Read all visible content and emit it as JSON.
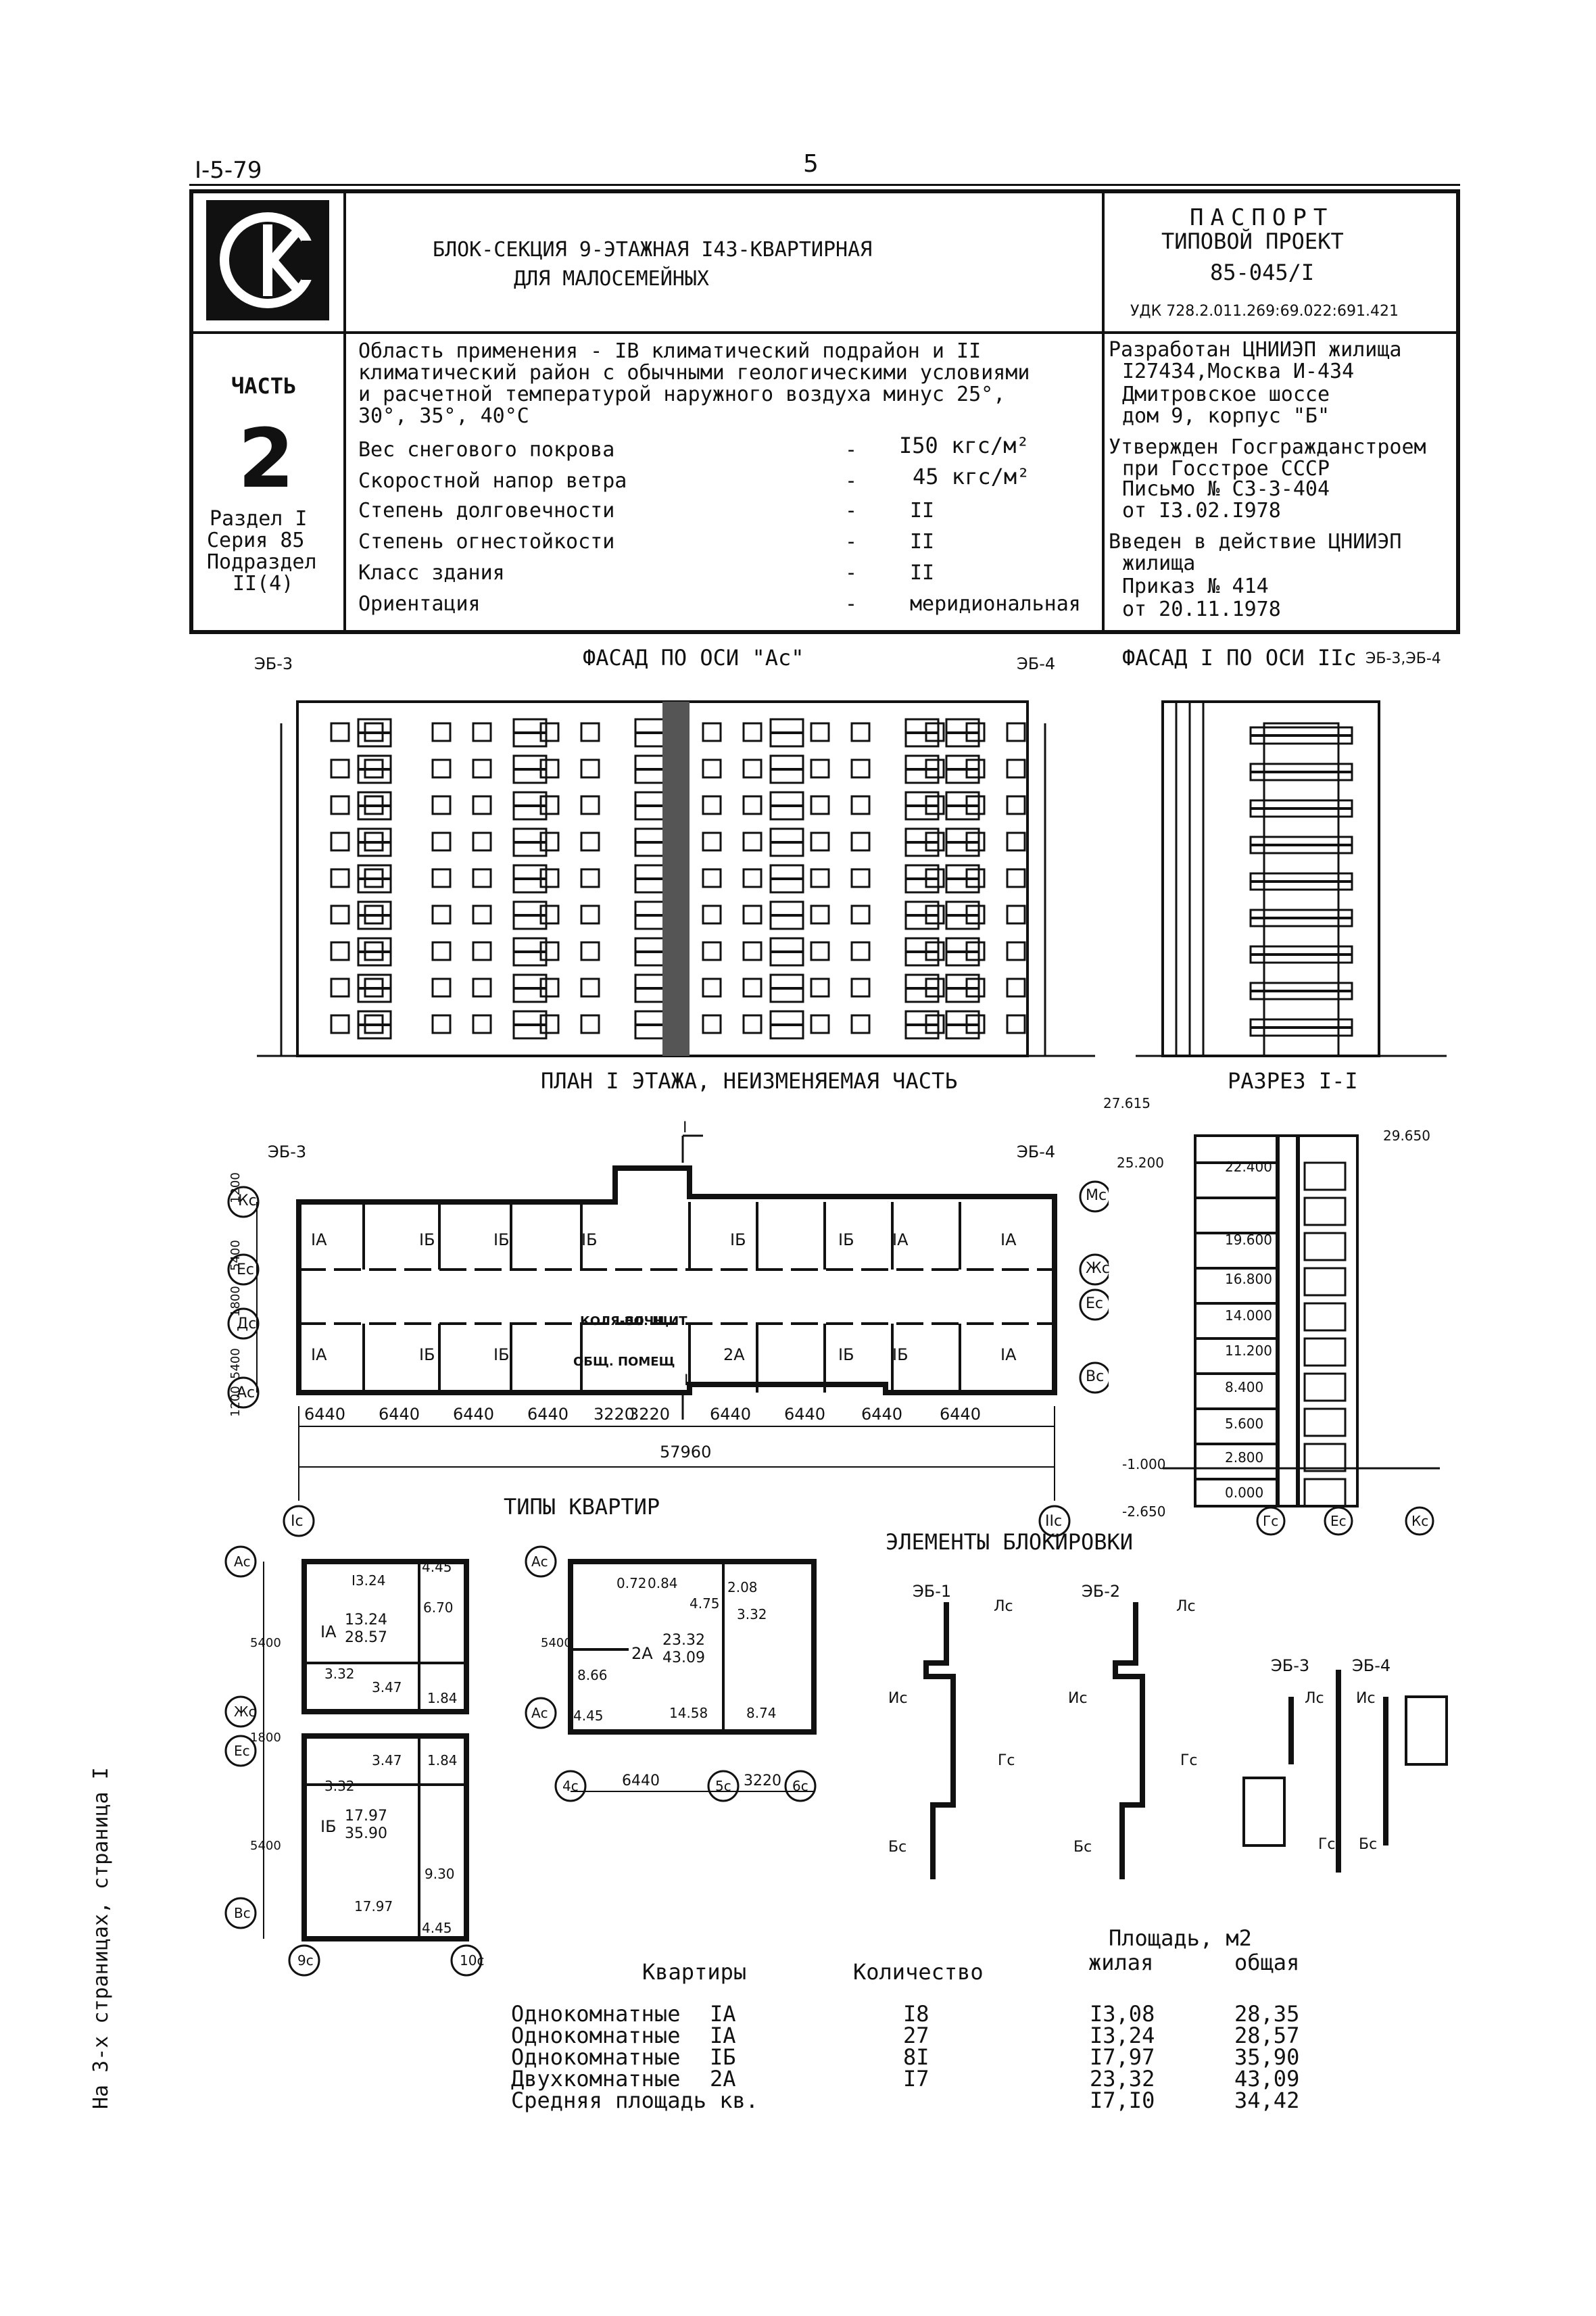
{
  "header": {
    "doc_code": "I-5-79",
    "page_number": "5"
  },
  "title_block": {
    "logo_text": "СК",
    "title_line1": "БЛОК-СЕКЦИЯ 9-ЭТАЖНАЯ I43-КВАРТИРНАЯ",
    "title_line2": "ДЛЯ МАЛОСЕМЕЙНЫХ",
    "passport": "ПАСПОРТ",
    "project_type": "ТИПОВОЙ ПРОЕКТ",
    "project_number": "85-045/I",
    "udk": "УДК 728.2.011.269:69.022:691.421",
    "part_label": "ЧАСТЬ",
    "part_number": "2",
    "section": "Раздел I",
    "series": "Серия 85",
    "subsection": "Подраздел",
    "subsection_number": "II(4)",
    "application_area": [
      "Область применения - IВ климатический подрайон и II",
      "климатический район с обычными геологическими условиями",
      "и расчетной температурой наружного воздуха минус 25°,",
      "30°, 35°, 40°С"
    ],
    "params": [
      {
        "label": "Вес снегового покрова",
        "dash": "-",
        "value": "I50 кгс/м²"
      },
      {
        "label": "Скоростной напор ветра",
        "dash": "-",
        "value": "45 кгс/м²"
      },
      {
        "label": "Степень долговечности",
        "dash": "-",
        "value": "II"
      },
      {
        "label": "Степень огнестойкости",
        "dash": "-",
        "value": "II"
      },
      {
        "label": "Класс здания",
        "dash": "-",
        "value": "II"
      },
      {
        "label": "Ориентация",
        "dash": "-",
        "value": "меридиональная"
      }
    ],
    "developer": [
      "Разработан ЦНИИЭП жилища",
      "I27434,Москва И-434",
      "Дмитровское шоссе",
      "дом 9, корпус \"Б\""
    ],
    "approved": [
      "Утвержден Госгражданстроем",
      "при Госстрое СССР",
      "Письмо № СЗ-3-404",
      "от I3.02.I978"
    ],
    "effective": [
      "Введен в действие ЦНИИЭП",
      "жилища",
      "Приказ № 414",
      "от 20.11.1978"
    ]
  },
  "drawings": {
    "facade_title": "ФАСАД ПО ОСИ \"Ас\"",
    "facade_left_tag": "ЭБ-3",
    "facade_right_tag": "ЭБ-4",
    "facade2_title": "ФАСАД I ПО ОСИ IIс",
    "facade2_tag": "ЭБ-3,ЭБ-4",
    "plan_title": "ПЛАН I ЭТАЖА, НЕИЗМЕНЯЕМАЯ ЧАСТЬ",
    "section_title": "РАЗРЕЗ I-I",
    "plan_left_tag": "ЭБ-3",
    "plan_right_tag": "ЭБ-4",
    "cut_mark": "I",
    "plan_dims": [
      "6440",
      "6440",
      "6440",
      "6440",
      "3220",
      "3220",
      "6440",
      "6440",
      "6440",
      "6440"
    ],
    "plan_total": "57960",
    "plan_left_dims": [
      "1200",
      "5400",
      "1800",
      "5400",
      "1200"
    ],
    "plan_axes_left": [
      "Кс",
      "Ес",
      "Дс",
      "Ас"
    ],
    "plan_axes_right": [
      "Мс",
      "Жс",
      "Ес",
      "Вс"
    ],
    "plan_axes_bottom": [
      "Iс",
      "IIс"
    ],
    "room_labels_top": [
      "IА",
      "IБ",
      "IБ",
      "IБ",
      "IБ",
      "IБ",
      "IА",
      "IА"
    ],
    "room_labels_bottom": [
      "IА",
      "IБ",
      "IБ",
      "2А",
      "IБ",
      "IБ",
      "IА"
    ],
    "service_rooms": [
      "КОЛЯ-СОЧН",
      "ЭЛ. ЩИТ.",
      "ОБЩ. ПОМЕЩ"
    ],
    "section_levels": [
      "27.615",
      "25.200",
      "22.400",
      "19.600",
      "16.800",
      "14.000",
      "11.200",
      "8.400",
      "5.600",
      "2.800",
      "0.000",
      "-1.000",
      "-2.650",
      "29.650"
    ],
    "section_axes": [
      "Гс",
      "Ес",
      "Кс"
    ],
    "apt_types_title": "ТИПЫ КВАРТИР",
    "blocking_title": "ЭЛЕМЕНТЫ БЛОКИРОВКИ",
    "apt1a": {
      "label": "IА",
      "living": "13.24",
      "total": "28.57",
      "rooms": [
        "I3.24",
        "4.45",
        "6.70",
        "3.32",
        "3.47",
        "1.84"
      ]
    },
    "apt1b": {
      "label": "IБ",
      "living": "17.97",
      "total": "35.90",
      "rooms": [
        "3.47",
        "1.84",
        "3.32",
        "9.30",
        "17.97",
        "4.45"
      ]
    },
    "apt2a": {
      "label": "2А",
      "living": "23.32",
      "total": "43.09",
      "rooms": [
        "0.72",
        "0.84",
        "2.08",
        "4.75",
        "3.32",
        "8.66",
        "14.58",
        "8.74",
        "4.45"
      ]
    },
    "apt_axes_left": [
      "Ас",
      "Жс",
      "Ес",
      "Вс"
    ],
    "apt_axes_bottom_left": [
      "9с",
      "10с"
    ],
    "apt_dims_left": [
      "5400",
      "1800",
      "5400"
    ],
    "apt2_axes": [
      "Ас",
      "Ас",
      "4с",
      "5с",
      "6с"
    ],
    "apt2_dims": [
      "5400",
      "6440",
      "3220"
    ],
    "blocking_tags": [
      "ЭБ-1",
      "ЭБ-2",
      "ЭБ-3",
      "ЭБ-4"
    ],
    "blocking_axes": [
      "Лс",
      "Ис",
      "Гс",
      "Бс"
    ]
  },
  "summary_table": {
    "header_area": "Площадь, м2",
    "columns": [
      "Квартиры",
      "Количество",
      "жилая",
      "общая"
    ],
    "rows": [
      {
        "name": "Однокомнатные",
        "type": "IА",
        "count": "I8",
        "living": "I3,08",
        "total": "28,35"
      },
      {
        "name": "Однокомнатные",
        "type": "IА",
        "count": "27",
        "living": "I3,24",
        "total": "28,57"
      },
      {
        "name": "Однокомнатные",
        "type": "IБ",
        "count": "8I",
        "living": "I7,97",
        "total": "35,90"
      },
      {
        "name": "Двухкомнатные",
        "type": "2А",
        "count": "I7",
        "living": "23,32",
        "total": "43,09"
      },
      {
        "name": "Средняя площадь кв.",
        "type": "",
        "count": "",
        "living": "I7,I0",
        "total": "34,42"
      }
    ]
  },
  "side_note": "На 3-х страницах, страница I"
}
